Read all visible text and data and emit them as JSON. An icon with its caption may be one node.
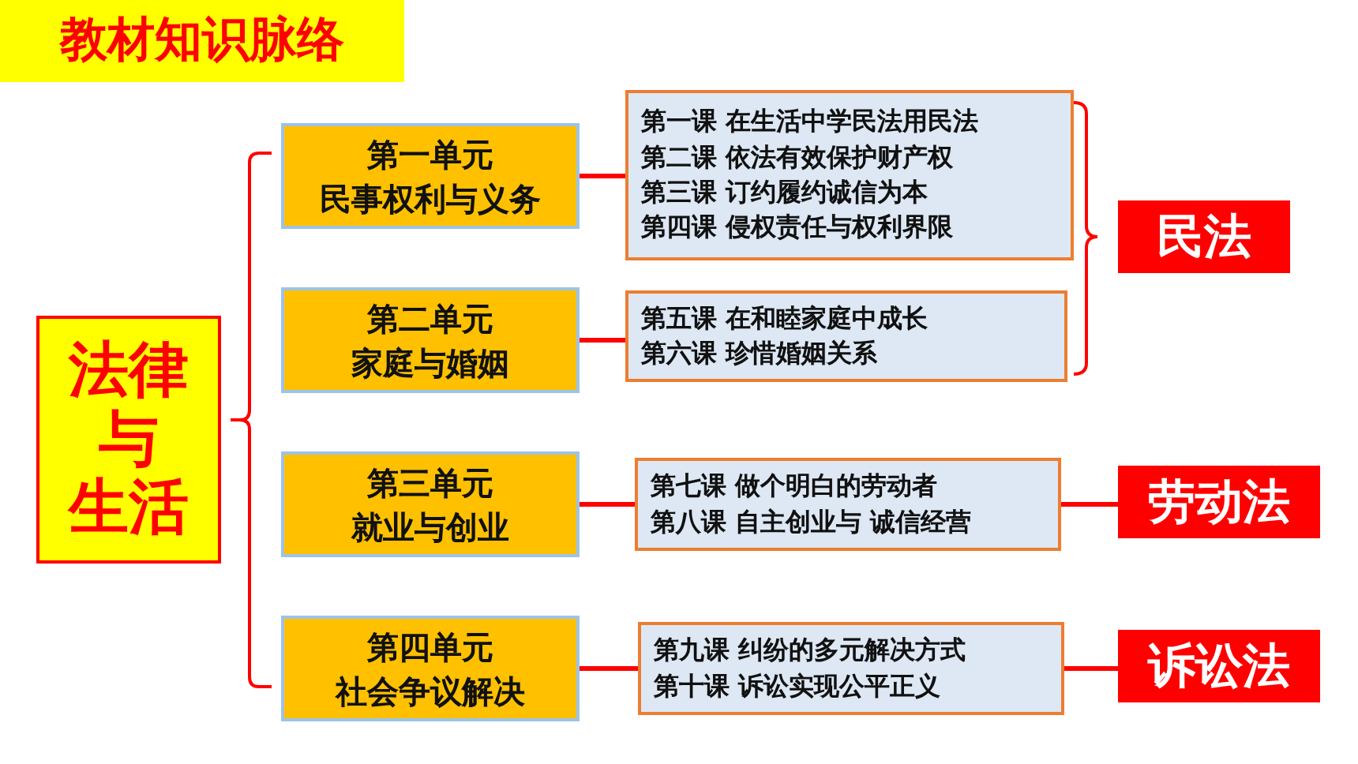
{
  "diagram": {
    "title": "教材知识脉络",
    "nodes": [
      {
        "text": [
          "法律",
          "与",
          "生活"
        ]
      },
      {
        "text": [
          "第一单元",
          "民事权利与义务"
        ]
      },
      {
        "text": [
          "第二单元",
          "家庭与婚姻"
        ]
      },
      {
        "text": [
          "第三单元",
          "就业与创业"
        ]
      },
      {
        "text": [
          "第四单元",
          "社会争议解决"
        ]
      },
      {
        "text": [
          "第一课 在生活中学民法用民法",
          "第二课 依法有效保护财产权",
          "第三课 订约履约诚信为本",
          "第四课 侵权责任与权利界限"
        ]
      },
      {
        "text": [
          "第五课 在和睦家庭中成长",
          "第六课 珍惜婚姻关系"
        ]
      },
      {
        "text": [
          "第七课 做个明白的劳动者",
          "第八课 自主创业与 诚信经营"
        ]
      },
      {
        "text": [
          "第九课 纠纷的多元解决方式",
          "第十课 诉讼实现公平正义"
        ]
      },
      {
        "text": [
          "民法"
        ]
      },
      {
        "text": [
          "劳动法"
        ]
      },
      {
        "text": [
          "诉讼法"
        ]
      }
    ],
    "edges": [
      {
        "from": 1,
        "to": 5,
        "arrow": "none"
      },
      {
        "from": 2,
        "to": 6,
        "arrow": "none"
      },
      {
        "from": 3,
        "to": 7,
        "arrow": "none"
      },
      {
        "from": 4,
        "to": 8,
        "arrow": "none"
      },
      {
        "from": 7,
        "to": 10,
        "arrow": "none"
      },
      {
        "from": 8,
        "to": 11,
        "arrow": "none"
      }
    ]
  }
}
